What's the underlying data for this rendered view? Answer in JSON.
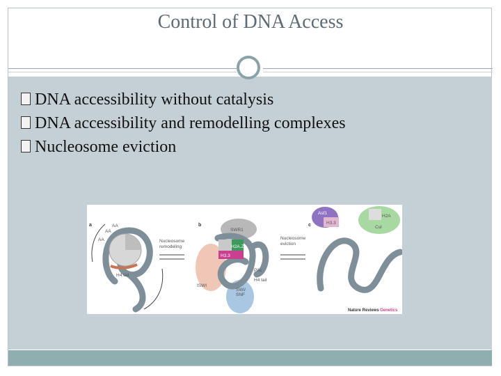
{
  "slide": {
    "title": "Control of DNA Access",
    "bullets": [
      "DNA accessibility without catalysis",
      "DNA accessibility and remodelling complexes",
      "Nucleosome eviction"
    ]
  },
  "figure": {
    "panels": [
      "a",
      "b",
      "c"
    ],
    "arrow_labels": {
      "remodeling": [
        "Nucleosome",
        "remodeling"
      ],
      "eviction": [
        "Nucleosome",
        "eviction"
      ]
    },
    "labels": {
      "aa1": "AA",
      "aa2": "AA",
      "aa3": "AA",
      "h4tail_a": "H4 tail",
      "h4tail_b": "H4 tail",
      "swr1": "SWR1",
      "h2az": "H2A.Z",
      "h33": "H3.3",
      "iswi": "ISWI",
      "swisnf": [
        "SWI/",
        "SNF"
      ],
      "pac": "PAc",
      "asf1": "Asf1",
      "h33c": "H3.3",
      "h2ac": "H2A",
      "cul": "Cul"
    },
    "footnote": {
      "journal": "Nature Reviews",
      "section": "Genetics"
    }
  },
  "colors": {
    "content_bg": "#c5d0d6",
    "footer_bar": "#8faeb0",
    "title_text": "#5d6b74",
    "dna": "#7e8f99",
    "histone_green": "#3d9a5c",
    "histone_pink": "#c8408f",
    "purple": "#8f72c2",
    "light_green": "#a9d9a2",
    "light_blue": "#a9c6e3",
    "salmon": "#f0b3a0"
  }
}
